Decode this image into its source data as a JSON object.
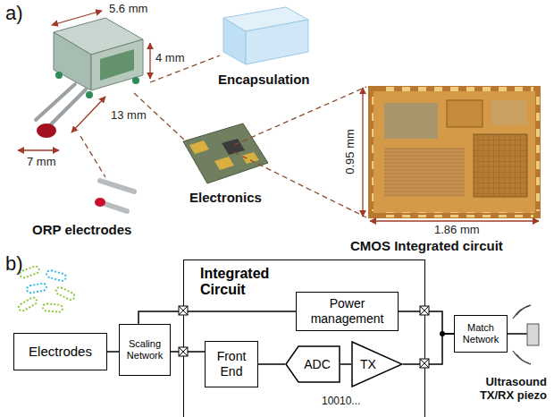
{
  "diagram": {
    "nodes": [
      {
        "text": [
          "Electrodes"
        ]
      },
      {
        "text": [
          "Scaling Network"
        ]
      },
      {
        "text": [
          "Integrated Circuit"
        ]
      },
      {
        "text": [
          "Power management"
        ],
        "in": 2
      },
      {
        "text": [
          "Front End"
        ],
        "in": 2
      },
      {
        "text": [
          "ADC"
        ],
        "in": 2
      },
      {
        "text": [
          "TX"
        ],
        "in": 2
      },
      {
        "text": [
          "Match Network"
        ]
      }
    ],
    "edges": [
      {
        "from": 0,
        "to": 1,
        "arrow": "none"
      },
      {
        "from": 1,
        "to": 3,
        "arrow": "none"
      },
      {
        "from": 1,
        "to": 4,
        "arrow": "none"
      },
      {
        "from": 4,
        "to": 5,
        "arrow": "none"
      },
      {
        "from": 5,
        "to": 6,
        "arrow": "none"
      },
      {
        "from": 6,
        "to": 7,
        "arrow": "none"
      },
      {
        "from": 3,
        "to": 7,
        "arrow": "none"
      }
    ],
    "labels": [
      "a)",
      "5.6 mm",
      "4 mm",
      "7 mm",
      "13 mm",
      "Encapsulation",
      "Electronics",
      "ORP electrodes",
      "0.95 mm",
      "1.86 mm",
      "CMOS Integrated circuit",
      "b)",
      "10010...",
      "Ultrasound TX/RX piezo"
    ]
  }
}
